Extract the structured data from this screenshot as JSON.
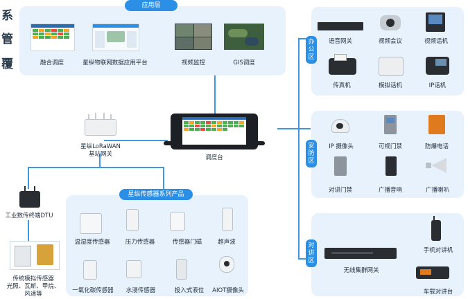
{
  "side_text": [
    "系",
    "管",
    "覆"
  ],
  "app_layer": {
    "title": "应用层",
    "items": [
      "融合调度",
      "星纵物联网数据应用平台",
      "视频监控",
      "GIS调度"
    ]
  },
  "console": {
    "label": "调度台"
  },
  "gateway": {
    "label_line1": "星纵LoRaWAN",
    "label_line2": "基站网关"
  },
  "dtu": {
    "label": "工业数传终端DTU"
  },
  "legacy_sensor": {
    "label_line1": "传统模拟传感器",
    "label_line2": "光照、瓦斯、甲烷、",
    "label_line3": "风速等"
  },
  "sensors": {
    "title": "星纵传感器系列产品",
    "items": [
      "温湿度传感器",
      "压力传感器",
      "传感器门磁",
      "超声波",
      "一氧化碳传感器",
      "水浸传感器",
      "投入式液位",
      "AIOT摄像头"
    ]
  },
  "office": {
    "tab": [
      "办",
      "公",
      "区"
    ],
    "items": [
      "语音网关",
      "视频会议",
      "视频话机",
      "传真机",
      "模拟话机",
      "IP话机"
    ]
  },
  "security": {
    "tab": [
      "安",
      "防",
      "区"
    ],
    "items": [
      "IP 摄像头",
      "可视门禁",
      "防爆电话",
      "对讲门禁",
      "广播音响",
      "广播喇叭"
    ]
  },
  "intercom": {
    "tab": [
      "对",
      "讲",
      "区"
    ],
    "cluster_label": "无线集群网关",
    "handheld_label": "手机对讲机",
    "vehicle_label": "车载对讲台"
  },
  "colors": {
    "accent": "#2b8fe6",
    "panel": "#e8f2fc",
    "line": "#3d97e3"
  }
}
